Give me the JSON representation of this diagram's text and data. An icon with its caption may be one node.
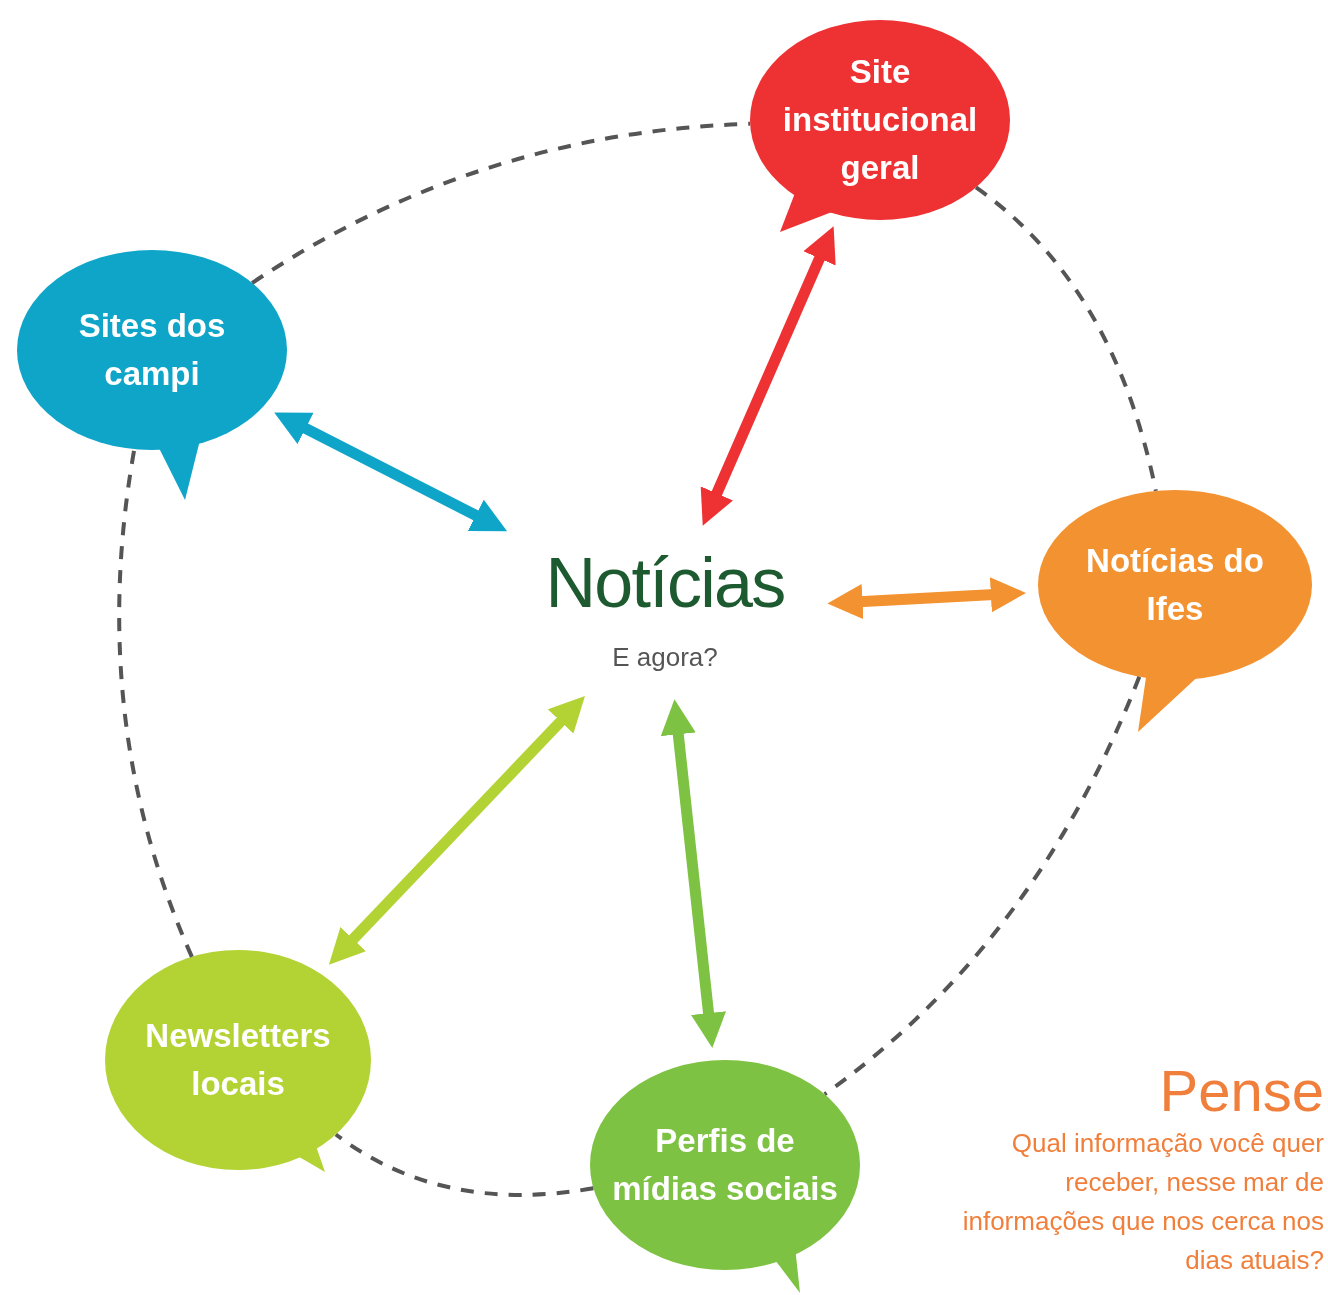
{
  "diagram": {
    "nodes": [
      {
        "text": [
          "Notícias",
          "E agora?"
        ]
      },
      {
        "text": [
          "Site institucional geral"
        ]
      },
      {
        "text": [
          "Notícias do Ifes"
        ]
      },
      {
        "text": [
          "Perfis de mídias sociais"
        ]
      },
      {
        "text": [
          "Newsletters locais"
        ]
      },
      {
        "text": [
          "Sites dos campi"
        ]
      }
    ],
    "edges": [
      {
        "from": 0,
        "to": 1,
        "arrow": "both",
        "style": "thick",
        "color": "#ee3133"
      },
      {
        "from": 0,
        "to": 2,
        "arrow": "both",
        "style": "thick",
        "color": "#f39231"
      },
      {
        "from": 0,
        "to": 3,
        "arrow": "both",
        "style": "thick",
        "color": "#7dc242"
      },
      {
        "from": 0,
        "to": 4,
        "arrow": "both",
        "style": "thick",
        "color": "#b3d334"
      },
      {
        "from": 0,
        "to": 5,
        "arrow": "both",
        "style": "thick",
        "color": "#0fa5c9"
      },
      {
        "from": 5,
        "to": 1,
        "arrow": "none",
        "style": "dashed",
        "color": "#555555"
      },
      {
        "from": 1,
        "to": 2,
        "arrow": "none",
        "style": "dashed",
        "color": "#555555"
      },
      {
        "from": 2,
        "to": 3,
        "arrow": "none",
        "style": "dashed",
        "color": "#555555"
      },
      {
        "from": 3,
        "to": 4,
        "arrow": "none",
        "style": "dashed",
        "color": "#555555"
      },
      {
        "from": 4,
        "to": 5,
        "arrow": "none",
        "style": "dashed",
        "color": "#555555"
      }
    ],
    "labels": [
      "Pense",
      "Qual informação você quer receber, nesse mar de informações que nos cerca nos dias atuais?"
    ]
  }
}
